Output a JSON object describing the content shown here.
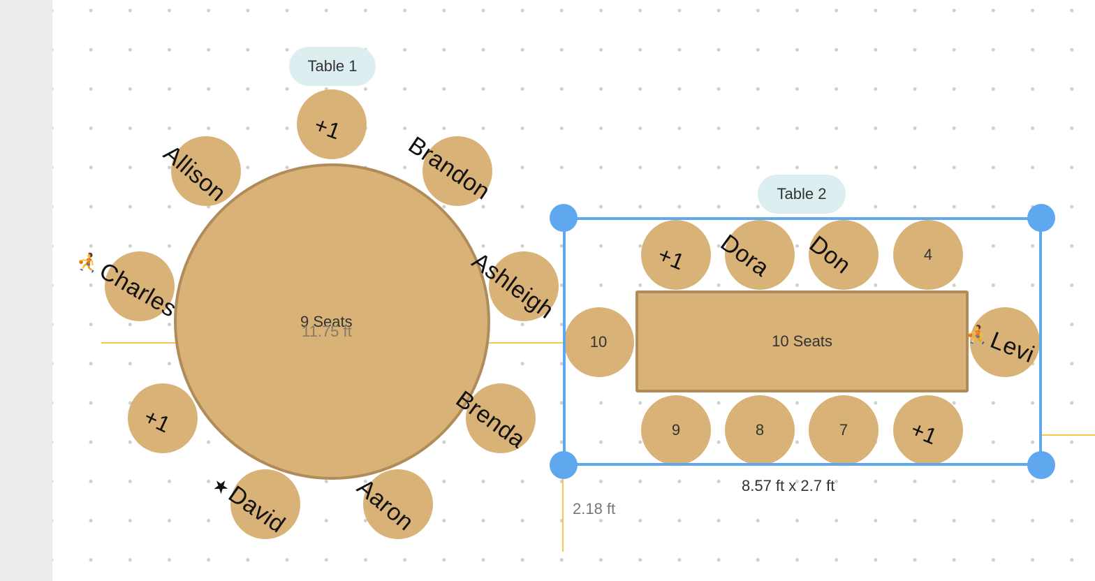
{
  "canvas": {
    "colors": {
      "dot": "#cfcfcf",
      "table_fill": "#d9b277",
      "table_border": "#b08c5b",
      "label_bg": "#ddeef0",
      "selection": "#5fa8ef",
      "guide": "#f2c94c"
    }
  },
  "table1": {
    "label": "Table 1",
    "seats_text": "9 Seats",
    "diameter_text": "11.75 ft",
    "seats": {
      "top": "+1",
      "allison": "Allison",
      "brandon": "Brandon",
      "charles": "Charles",
      "ashleigh": "Ashleigh",
      "left_plus": "+1",
      "brenda": "Brenda",
      "david": "David",
      "aaron": "Aaron"
    },
    "icons": {
      "charles": "person-with-child-icon",
      "david": "star-icon"
    }
  },
  "table2": {
    "label": "Table 2",
    "seats_text": "10 Seats",
    "size_text": "8.57 ft x 2.7 ft",
    "offset_text": "2.18 ft",
    "seats": {
      "top1": "+1",
      "dora": "Dora",
      "don": "Don",
      "s4": "4",
      "s10": "10",
      "levi": "Levi",
      "s9": "9",
      "s8": "8",
      "s7": "7",
      "bottom_plus": "+1"
    },
    "icons": {
      "levi": "person-with-child-icon"
    }
  }
}
